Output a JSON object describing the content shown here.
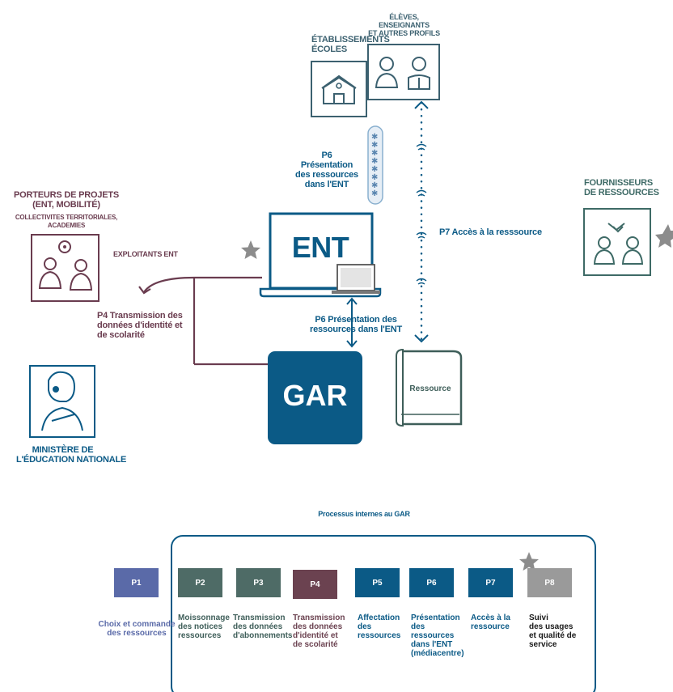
{
  "actors": {
    "schools": "ÉTABLISSEMENTS\nÉCOLES",
    "users": "ÉLÈVES,\nENSEIGNANTS\nET AUTRES PROFILS",
    "providers": "FOURNISSEURS\nDE RESSOURCES",
    "project_owners": "PORTEURS DE PROJETS\n(ENT, MOBILITÉ)",
    "project_owners_sub": "COLLECTIVITES TERRITORIALES,\nACADEMIES",
    "ministry": "MINISTÈRE DE\nL'ÉDUCATION NATIONALE"
  },
  "nodes": {
    "ent": "ENT",
    "gar": "GAR",
    "resource": "Ressource"
  },
  "flows": {
    "exploitants": "EXPLOITANTS ENT",
    "p4": "P4 Transmission des\ndonnées d'identité et\nde scolarité",
    "p6_top": "P6\nPrésentation\ndes ressources\ndans l'ENT",
    "p6_mid": "P6 Présentation des\nressources dans l'ENT",
    "p7": "P7 Accès à la resssource"
  },
  "process": {
    "title": "Processus internes au GAR",
    "steps": [
      {
        "code": "P1",
        "label": "Choix et commande\ndes ressources",
        "color": "#5a6aa8",
        "text_color": "#5a6aa8"
      },
      {
        "code": "P2",
        "label": "Moissonnage\ndes notices\nressources",
        "color": "#4e6b66",
        "text_color": "#3e5e59"
      },
      {
        "code": "P3",
        "label": "Transmission\ndes données\nd'abonnements",
        "color": "#4e6b66",
        "text_color": "#3e5e59"
      },
      {
        "code": "P4",
        "label": "Transmission\ndes données\nd'identité et\nde scolarité",
        "color": "#6b4250",
        "text_color": "#6b4250"
      },
      {
        "code": "P5",
        "label": "Affectation\ndes\nressources",
        "color": "#0b5a86",
        "text_color": "#0b5a86"
      },
      {
        "code": "P6",
        "label": "Présentation\ndes\nressources\ndans l'ENT\n(médiacentre)",
        "color": "#0b5a86",
        "text_color": "#0b5a86"
      },
      {
        "code": "P7",
        "label": "Accès à la\nressource",
        "color": "#0b5a86",
        "text_color": "#0b5a86"
      },
      {
        "code": "P8",
        "label": "Suivi\ndes usages\net qualité de\nservice",
        "color": "#9a9a9a",
        "text_color": "#1a1a1a"
      }
    ]
  },
  "colors": {
    "blue": "#0b5a86",
    "plum": "#6a3c4f",
    "teal": "#3e6a66",
    "slate": "#3c6170",
    "star": "#8c8c8c"
  }
}
